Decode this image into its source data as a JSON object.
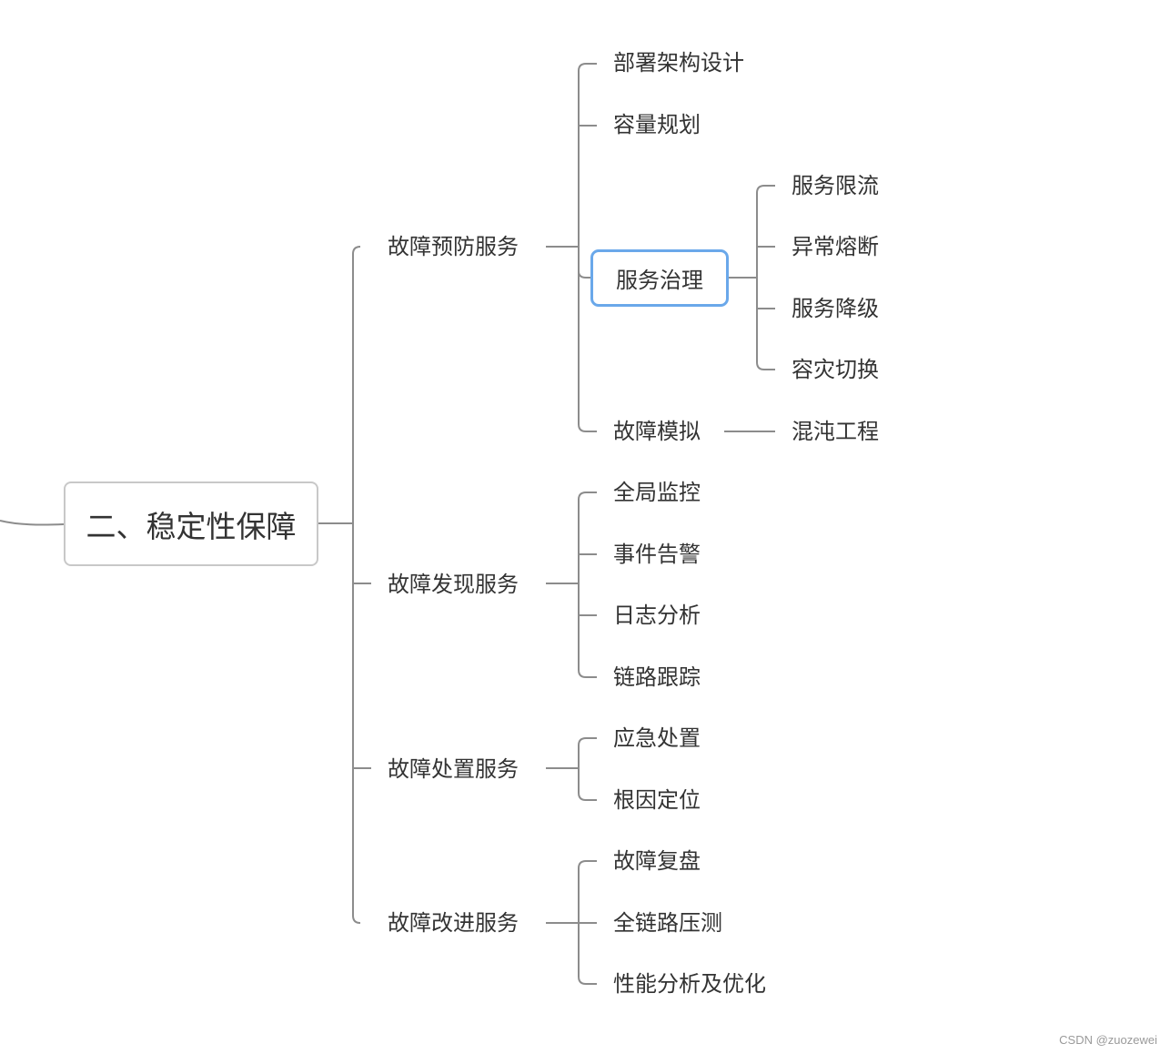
{
  "root": "二、稳定性保障",
  "branches": [
    {
      "label": "故障预防服务",
      "children": [
        "部署架构设计",
        "容量规划",
        "服务治理",
        "故障模拟"
      ]
    },
    {
      "label": "故障发现服务",
      "children": [
        "全局监控",
        "事件告警",
        "日志分析",
        "链路跟踪"
      ]
    },
    {
      "label": "故障处置服务",
      "children": [
        "应急处置",
        "根因定位"
      ]
    },
    {
      "label": "故障改进服务",
      "children": [
        "故障复盘",
        "全链路压测",
        "性能分析及优化"
      ]
    }
  ],
  "governance_children": [
    "服务限流",
    "异常熔断",
    "服务降级",
    "容灾切换"
  ],
  "simulation_children": [
    "混沌工程"
  ],
  "watermark": "CSDN @zuozewei",
  "colors": {
    "line": "#8c8c8c",
    "selected_border": "#6aa8ea",
    "root_border": "#c8c8c8",
    "text": "#333333"
  }
}
